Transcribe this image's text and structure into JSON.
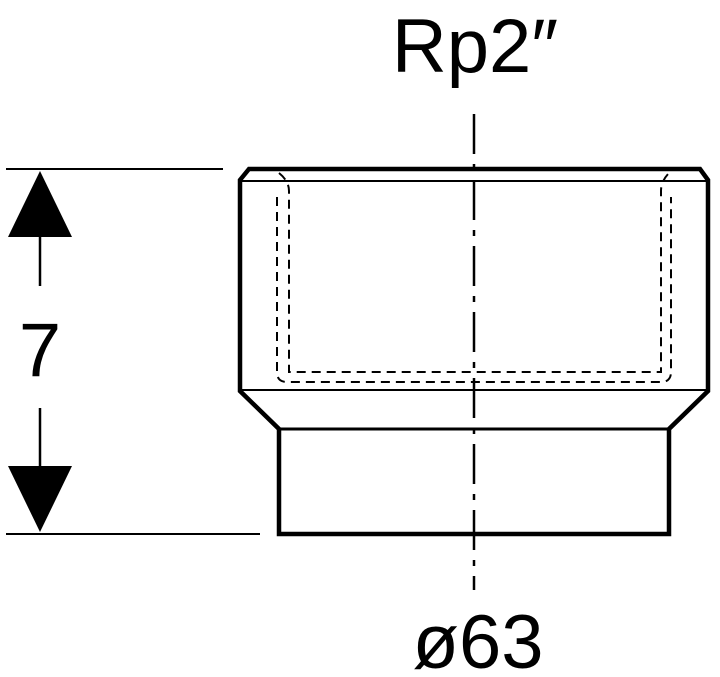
{
  "labels": {
    "thread": "Rp2″",
    "height": "7",
    "diameter": "ø63"
  },
  "colors": {
    "line": "#000000",
    "background": "#ffffff"
  }
}
